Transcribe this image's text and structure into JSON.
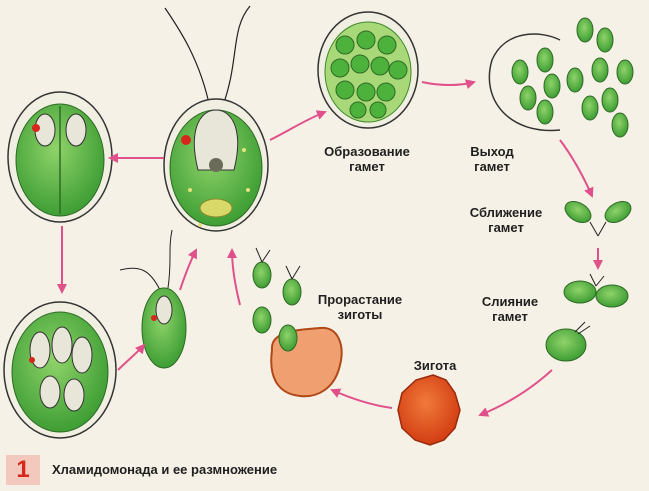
{
  "labels": {
    "gamete_formation": "Образование\nгамет",
    "gamete_exit": "Выход\nгамет",
    "gamete_approach": "Сближение\nгамет",
    "gamete_fusion": "Слияние\nгамет",
    "zygote": "Зигота",
    "zygote_germination": "Прорастание\nзиготы"
  },
  "caption": {
    "number": "1",
    "text": "Хламидомонада и ее размножение"
  },
  "colors": {
    "arrow": "#e0508a",
    "cell_green": "#5bbd4a",
    "zygote_red": "#e8501c",
    "background": "#f6f1e6",
    "caption_box": "#f3c9be",
    "caption_number": "#d7261c"
  }
}
